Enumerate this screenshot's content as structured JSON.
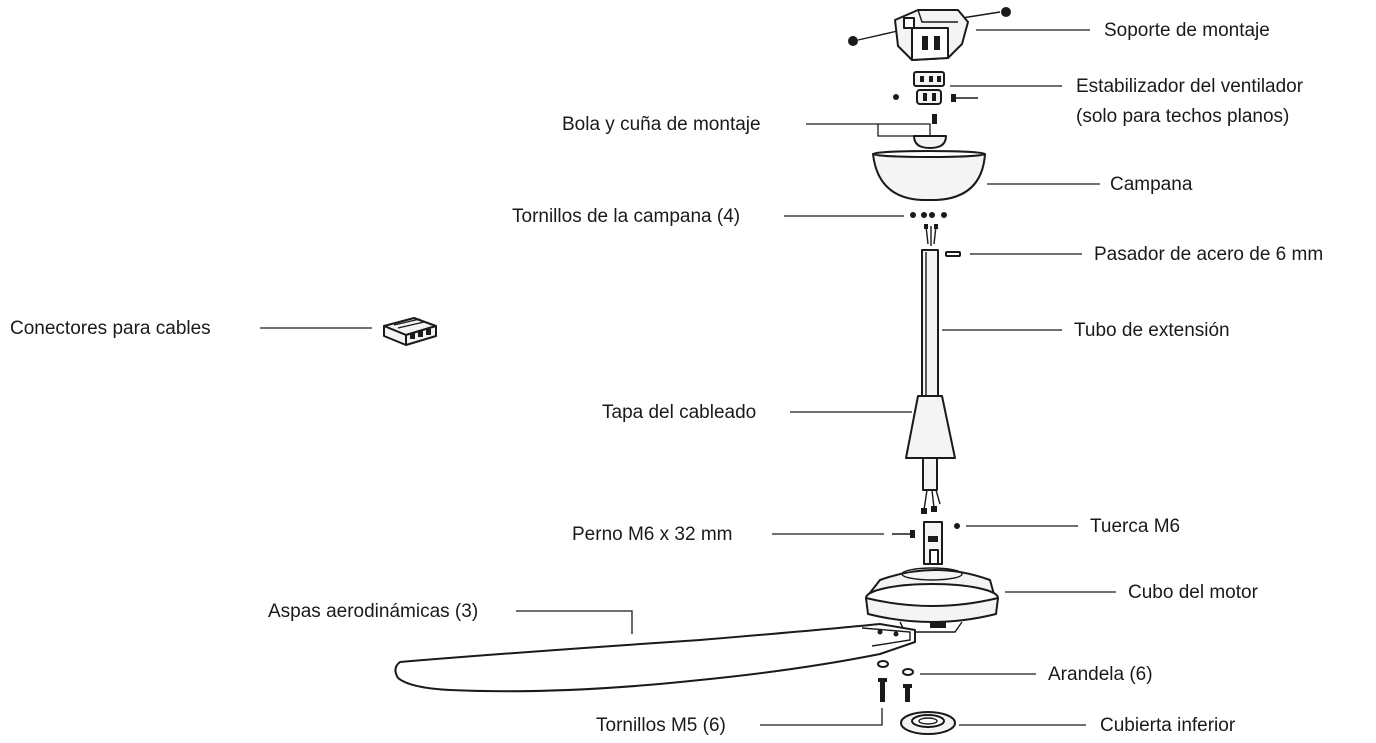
{
  "labels": {
    "soporte": "Soporte de montaje",
    "estabilizador_1": "Estabilizador del ventilador",
    "estabilizador_2": "(solo para techos planos)",
    "bola": "Bola y cuña de montaje",
    "campana": "Campana",
    "tornillos_campana": "Tornillos de la campana (4)",
    "pasador": "Pasador de acero de 6 mm",
    "conectores": "Conectores para cables",
    "tubo": "Tubo de extensión",
    "tapa": "Tapa del cableado",
    "perno": "Perno M6 x 32 mm",
    "tuerca": "Tuerca M6",
    "cubo": "Cubo del motor",
    "aspas": "Aspas aerodinámicas (3)",
    "arandela": "Arandela (6)",
    "tornillos_m5": "Tornillos M5 (6)",
    "cubierta": "Cubierta inferior"
  }
}
